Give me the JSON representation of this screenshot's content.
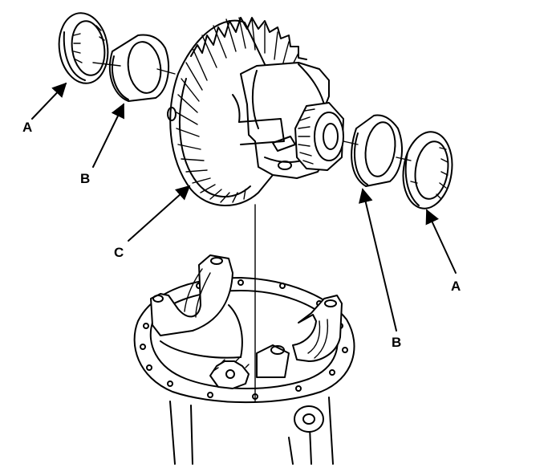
{
  "labels": {
    "a_left": "A",
    "b_left": "B",
    "c": "C",
    "b_right": "B",
    "a_right": "A"
  }
}
